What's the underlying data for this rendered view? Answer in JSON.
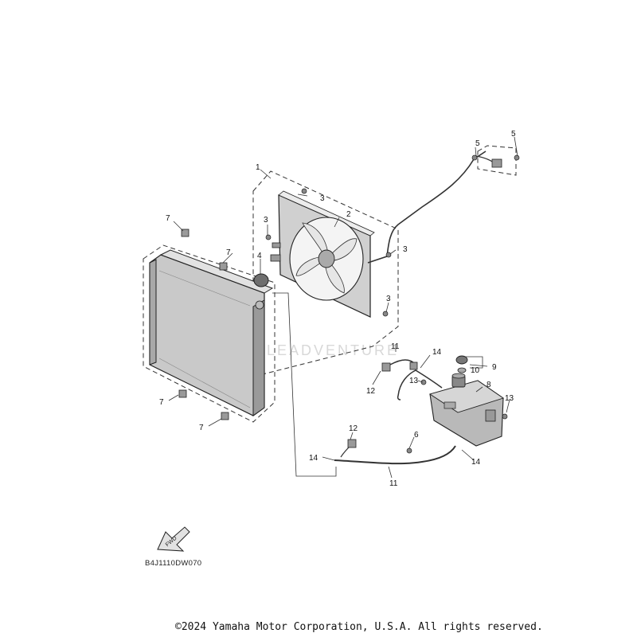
{
  "diagram": {
    "reference_code": "B4J1110DW070",
    "copyright": "©2024 Yamaha Motor Corporation, U.S.A. All rights reserved.",
    "watermark": "LEADVENTURE",
    "fwd_label": "FWD",
    "callouts": {
      "c1": "1",
      "c2": "2",
      "c3a": "3",
      "c3b": "3",
      "c3c": "3",
      "c3d": "3",
      "c4": "4",
      "c5a": "5",
      "c5b": "5",
      "c6": "6",
      "c7a": "7",
      "c7b": "7",
      "c7c": "7",
      "c7d": "7",
      "c8": "8",
      "c9": "9",
      "c10": "10",
      "c11a": "11",
      "c11b": "11",
      "c12a": "12",
      "c12b": "12",
      "c13a": "13",
      "c13b": "13",
      "c14a": "14",
      "c14b": "14",
      "c14c": "14"
    }
  }
}
